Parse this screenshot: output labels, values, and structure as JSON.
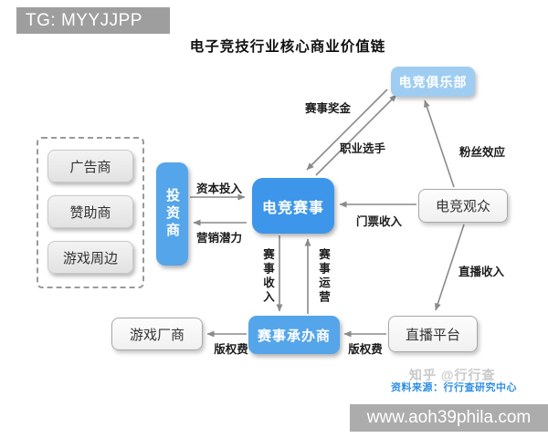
{
  "watermark_top": "TG: MYYJJPP",
  "title": "电子竞技行业核心商业价值链",
  "colors": {
    "primary_blue": "#3d96e9",
    "mid_blue": "#55a5ea",
    "light_blue": "#9fcdf2",
    "arrow_gray": "#8a8a8a",
    "source_blue": "#2f8fe4",
    "banner_gray": "#acacac",
    "watermark_gray": "#9e9e9e"
  },
  "nodes": {
    "club": "电竞俱乐部",
    "audience": "电竞观众",
    "event": "电竞赛事",
    "investor": "投资商",
    "advertiser": "广告商",
    "sponsor": "赞助商",
    "game_merch": "游戏周边",
    "game_maker": "游戏厂商",
    "organizer": "赛事承办商",
    "stream_platform": "直播平台"
  },
  "edges": {
    "prize": "赛事奖金",
    "players": "职业选手",
    "fan_effect": "粉丝效应",
    "capital": "资本投入",
    "marketing": "营销潜力",
    "ticket": "门票收入",
    "stream_income": "直播收入",
    "event_income": "赛事收入",
    "event_ops": "赛事运营",
    "copyright_left": "版权费",
    "copyright_right": "版权费"
  },
  "footer": {
    "zhihu_watermark": "知乎 @行行查",
    "source": "资料来源：行行查研究中心",
    "url_watermark": "www.aoh39phila.com"
  }
}
